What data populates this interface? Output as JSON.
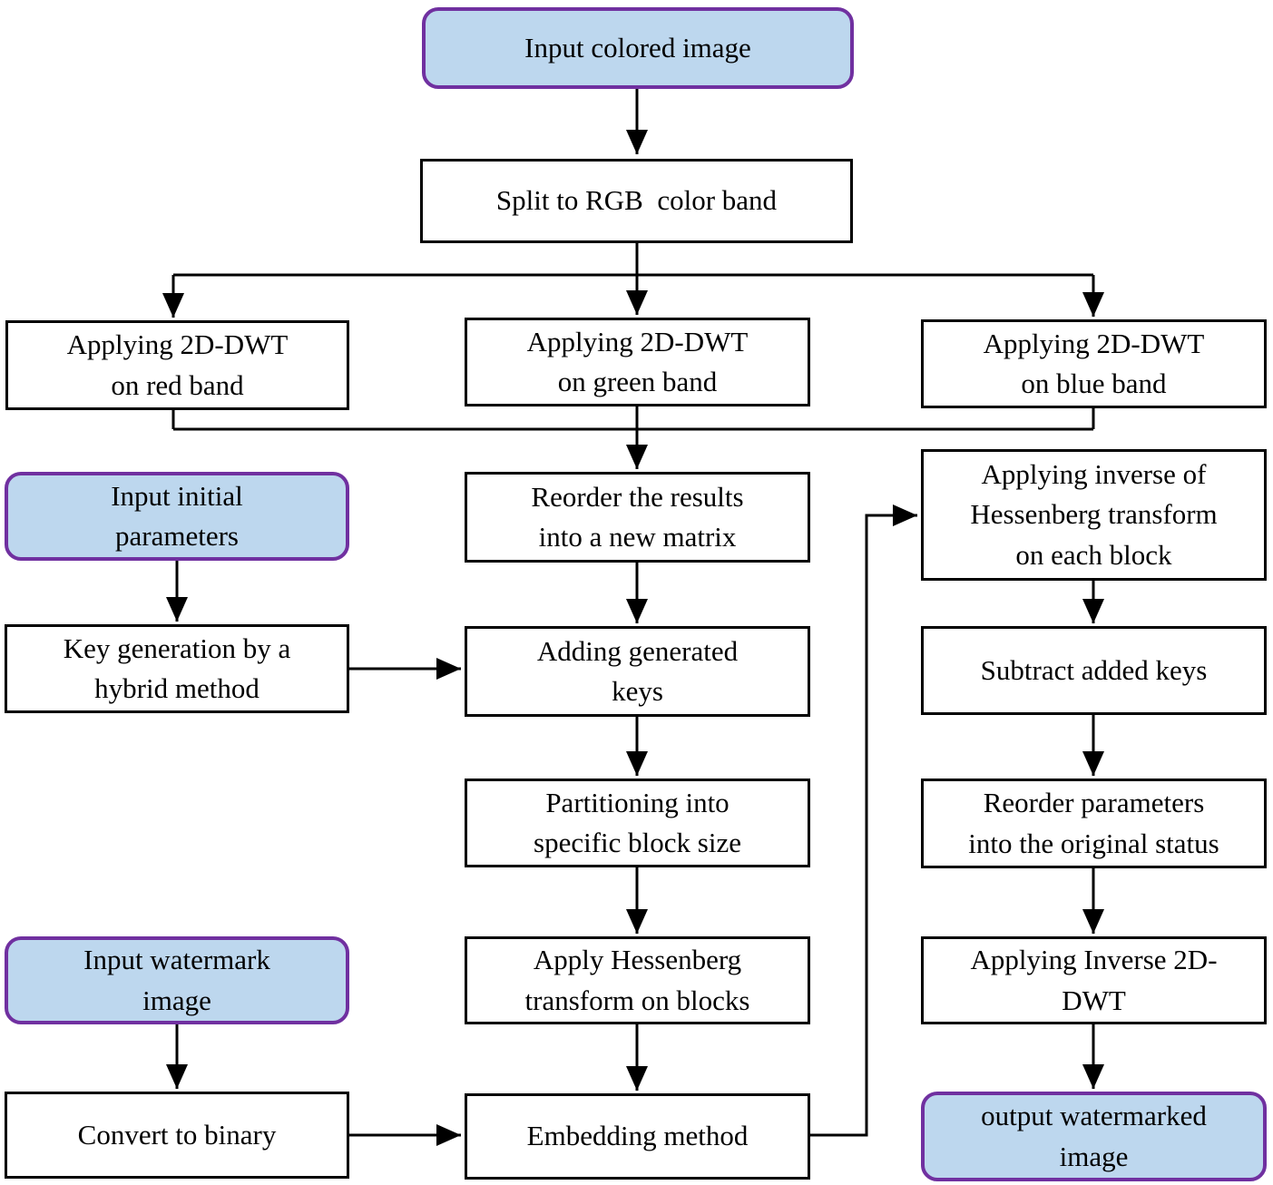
{
  "diagram_title": "Watermark embedding flowchart",
  "colors": {
    "process_fill": "#ffffff",
    "process_border": "#000000",
    "terminal_fill": "#bdd7ee",
    "terminal_border": "#7030a0",
    "connector": "#000000",
    "text": "#000000"
  },
  "nodes": {
    "input_colored": {
      "label": "Input colored image",
      "type": "terminal"
    },
    "split_rgb": {
      "label": "Split to RGB  color band",
      "type": "process"
    },
    "dwt_red": {
      "label": "Applying 2D-DWT\non red band",
      "type": "process"
    },
    "dwt_green": {
      "label": "Applying 2D-DWT\non green band",
      "type": "process"
    },
    "dwt_blue": {
      "label": "Applying 2D-DWT\non blue band",
      "type": "process"
    },
    "input_initial": {
      "label": "Input initial\nparameters",
      "type": "terminal"
    },
    "reorder_results": {
      "label": "Reorder the results\ninto a new matrix",
      "type": "process"
    },
    "inverse_hessenberg": {
      "label": "Applying inverse of\nHessenberg transform\non each block",
      "type": "process"
    },
    "key_generation": {
      "label": "Key generation by a\nhybrid method",
      "type": "process"
    },
    "adding_keys": {
      "label": "Adding generated\nkeys",
      "type": "process"
    },
    "subtract_keys": {
      "label": "Subtract added keys",
      "type": "process"
    },
    "partitioning": {
      "label": "Partitioning into\nspecific block size",
      "type": "process"
    },
    "reorder_params": {
      "label": "Reorder parameters\ninto the original status",
      "type": "process"
    },
    "input_watermark": {
      "label": "Input watermark\nimage",
      "type": "terminal"
    },
    "apply_hessenberg": {
      "label": "Apply Hessenberg\ntransform on blocks",
      "type": "process"
    },
    "inverse_dwt": {
      "label": "Applying Inverse 2D-\nDWT",
      "type": "process"
    },
    "convert_binary": {
      "label": "Convert to binary",
      "type": "process"
    },
    "embedding": {
      "label": "Embedding method",
      "type": "process"
    },
    "output_watermarked": {
      "label": "output watermarked\nimage",
      "type": "terminal"
    }
  }
}
